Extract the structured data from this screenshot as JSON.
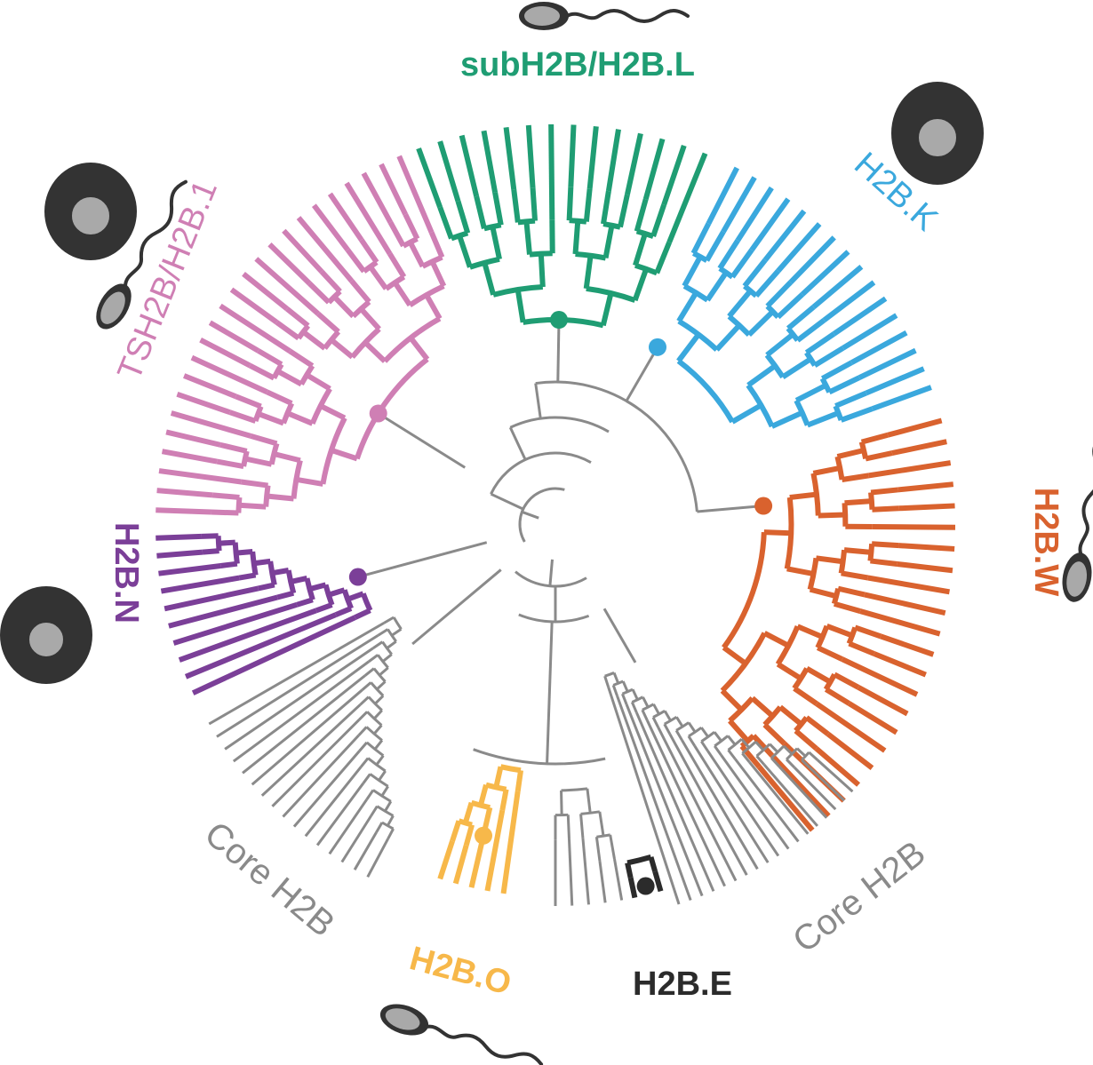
{
  "colors": {
    "core": "#8a8a8a",
    "subh2b": "#1f9d73",
    "h2bk": "#3aa8dd",
    "h2bw": "#d9622e",
    "tsh2b": "#cf7fb4",
    "h2bn": "#7b3f98",
    "h2bo": "#f7b84a",
    "h2be": "#2b2b2b",
    "cell_dark": "#333333",
    "cell_light": "#a9a9a9"
  },
  "clades": [
    {
      "id": "subh2b",
      "label": "subH2B/H2B.L",
      "color_key": "subh2b"
    },
    {
      "id": "h2bk",
      "label": "H2B.K",
      "color_key": "h2bk"
    },
    {
      "id": "h2bw",
      "label": "H2B.W",
      "color_key": "h2bw"
    },
    {
      "id": "tsh2b",
      "label": "TSH2B/H2B.1",
      "color_key": "tsh2b"
    },
    {
      "id": "h2bn",
      "label": "H2B.N",
      "color_key": "h2bn"
    },
    {
      "id": "h2bo",
      "label": "H2B.O",
      "color_key": "h2bo"
    },
    {
      "id": "h2be",
      "label": "H2B.E",
      "color_key": "h2be"
    },
    {
      "id": "core_left",
      "label": "Core H2B",
      "color_key": "core"
    },
    {
      "id": "core_right",
      "label": "Core H2B",
      "color_key": "core"
    }
  ],
  "icons": [
    {
      "name": "sperm-icon",
      "clade": "subh2b"
    },
    {
      "name": "oocyte-icon",
      "clade": "h2bk"
    },
    {
      "name": "sperm-icon",
      "clade": "h2bw"
    },
    {
      "name": "oocyte-icon",
      "clade": "tsh2b"
    },
    {
      "name": "sperm-icon",
      "clade": "tsh2b"
    },
    {
      "name": "oocyte-icon",
      "clade": "h2bn"
    },
    {
      "name": "sperm-icon",
      "clade": "h2bo"
    }
  ]
}
